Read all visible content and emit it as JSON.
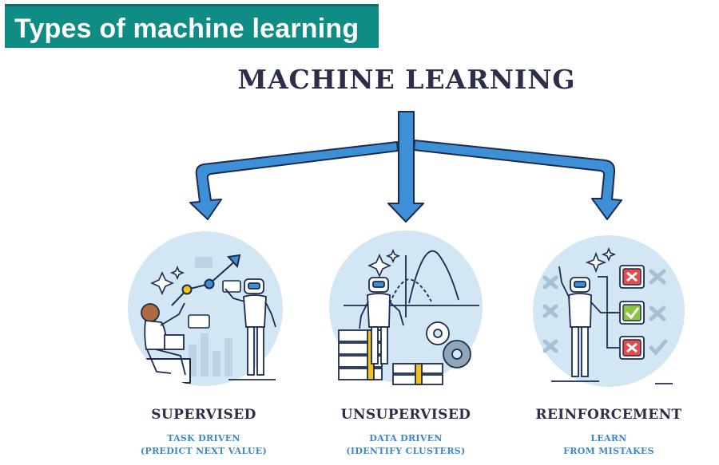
{
  "banner": {
    "title": "Types of machine learning"
  },
  "diagram": {
    "root": {
      "label": "MACHINE LEARNING"
    },
    "categories": [
      {
        "name": "SUPERVISED",
        "line1": "TASK DRIVEN",
        "line2": "(PREDICT NEXT VALUE)"
      },
      {
        "name": "UNSUPERVISED",
        "line1": "DATA DRIVEN",
        "line2": "(IDENTIFY CLUSTERS)"
      },
      {
        "name": "REINFORCEMENT",
        "line1": "LEARN",
        "line2": "FROM MISTAKES"
      }
    ],
    "colors": {
      "arrow_fill": "#3d8fd6",
      "arrow_stroke": "#1d2b4f",
      "circle": "#d3e6f4",
      "title": "#2d2f4a",
      "subtitle": "#3a89c9",
      "banner": "#0f8c83",
      "wrong_mark": "#e74b4b",
      "right_mark": "#8cc63f",
      "data_band": "#f2c21b"
    }
  }
}
